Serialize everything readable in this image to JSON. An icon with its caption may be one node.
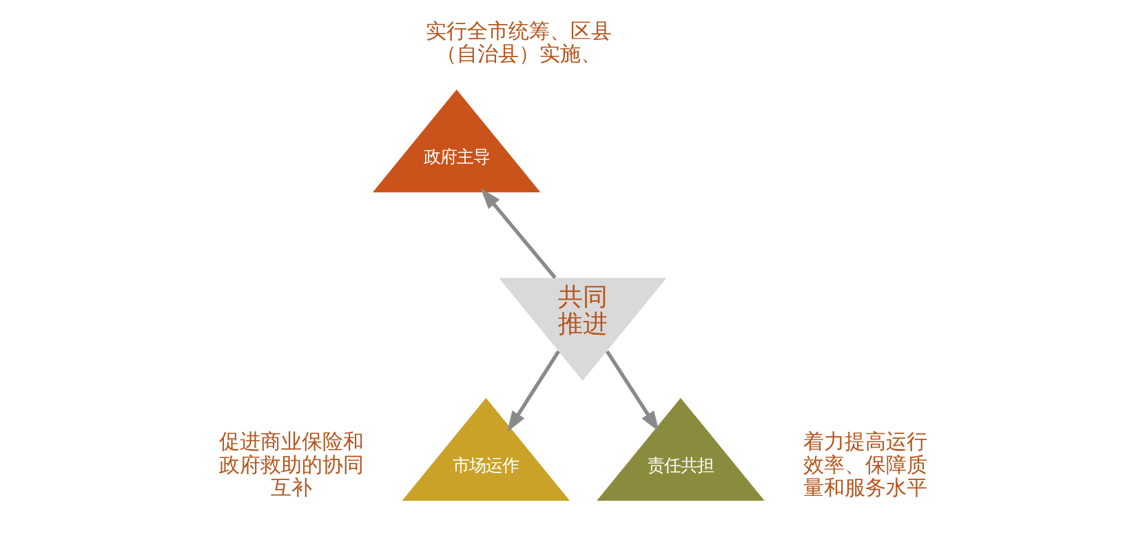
{
  "diagram": {
    "nodes": [
      {
        "text": [
          "政府主导"
        ],
        "beside": [
          "实行全市统筹、区县（自治县）实施、"
        ]
      },
      {
        "text": [
          "共同推进"
        ]
      },
      {
        "text": [
          "市场运作"
        ],
        "beside": [
          "促进商业保险和政府救助的协同互补"
        ]
      },
      {
        "text": [
          "责任共担"
        ],
        "beside": [
          "着力提高运行效率、保障质量和服务水平"
        ]
      }
    ],
    "edges": [
      {
        "from": 1,
        "to": 0,
        "arrow": "to"
      },
      {
        "from": 1,
        "to": 2,
        "arrow": "to"
      },
      {
        "from": 1,
        "to": 3,
        "arrow": "to"
      }
    ]
  }
}
